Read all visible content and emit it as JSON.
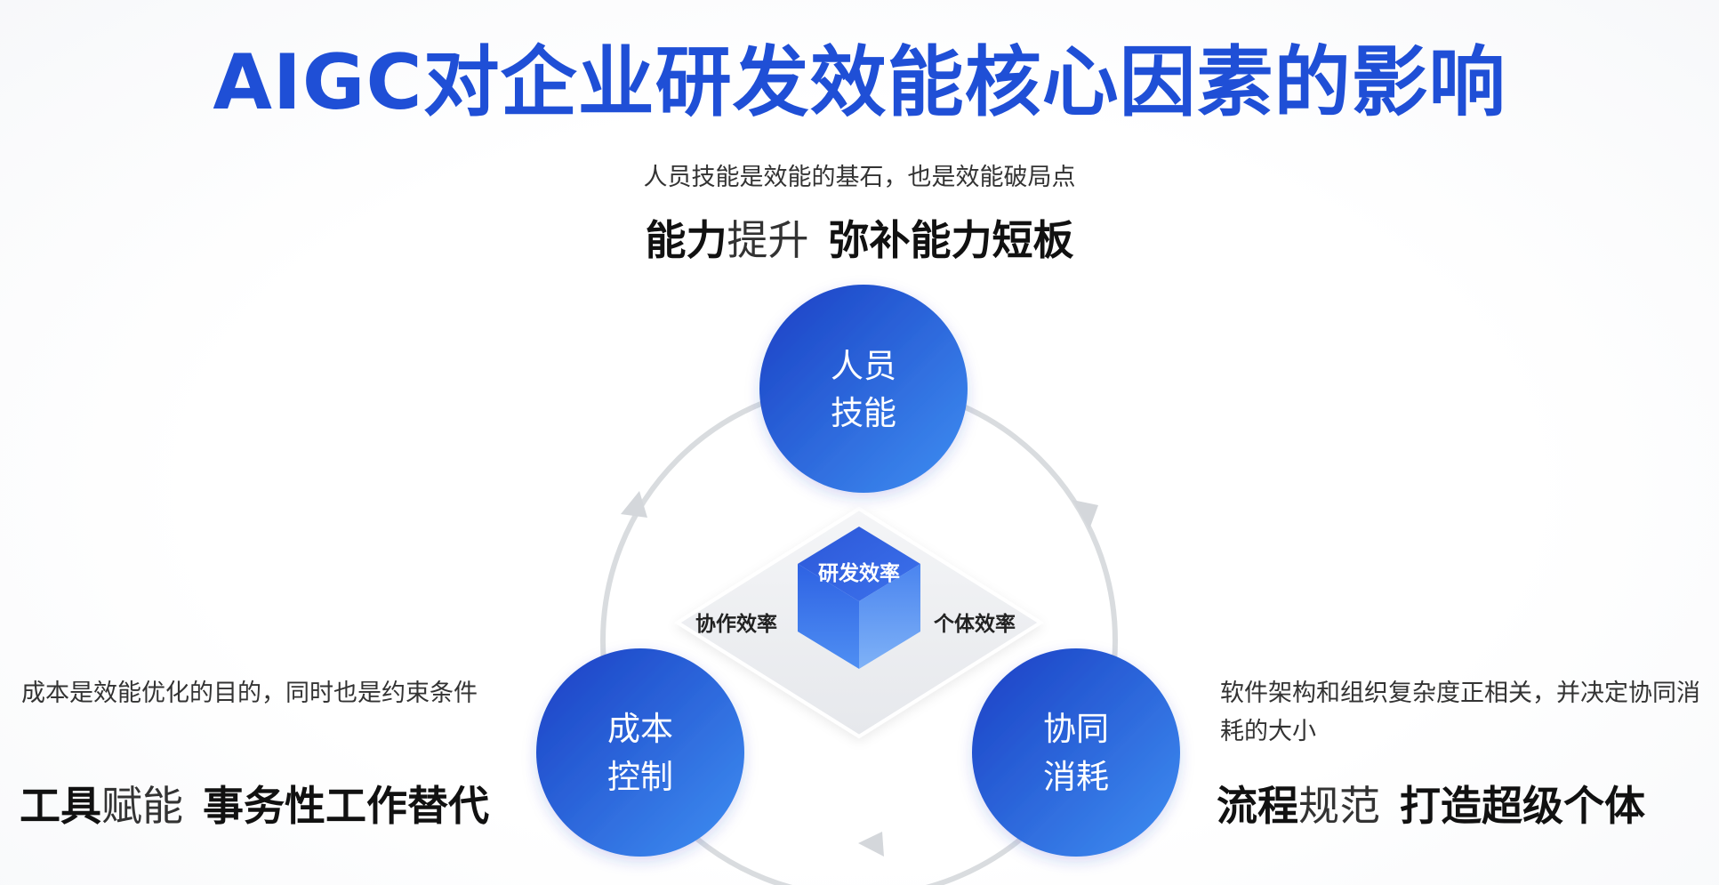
{
  "title": "AIGC对企业研发效能核心因素的影响",
  "top": {
    "description": "人员技能是效能的基石，也是效能破局点",
    "headline_bold1": "能力",
    "headline_normal": "提升",
    "headline_bold2": "弥补能力短板"
  },
  "left": {
    "description": "成本是效能优化的目的，同时也是约束条件",
    "headline_bold1": "工具",
    "headline_normal": "赋能",
    "headline_bold2": "事务性工作替代"
  },
  "right": {
    "description": "软件架构和组织复杂度正相关，并决定协同消耗的大小",
    "headline_bold1": "流程",
    "headline_normal": "规范",
    "headline_bold2": "打造超级个体"
  },
  "circles": {
    "top_line1": "人员",
    "top_line2": "技能",
    "left_line1": "成本",
    "left_line2": "控制",
    "right_line1": "协同",
    "right_line2": "消耗"
  },
  "center": {
    "cube_label": "研发效率",
    "left_label": "协作效率",
    "right_label": "个体效率"
  },
  "colors": {
    "title": "#1f4fd6",
    "circle_dark": "#1a3fc4",
    "circle_light": "#3d8ef0",
    "cycle": "#d9dcdf"
  }
}
